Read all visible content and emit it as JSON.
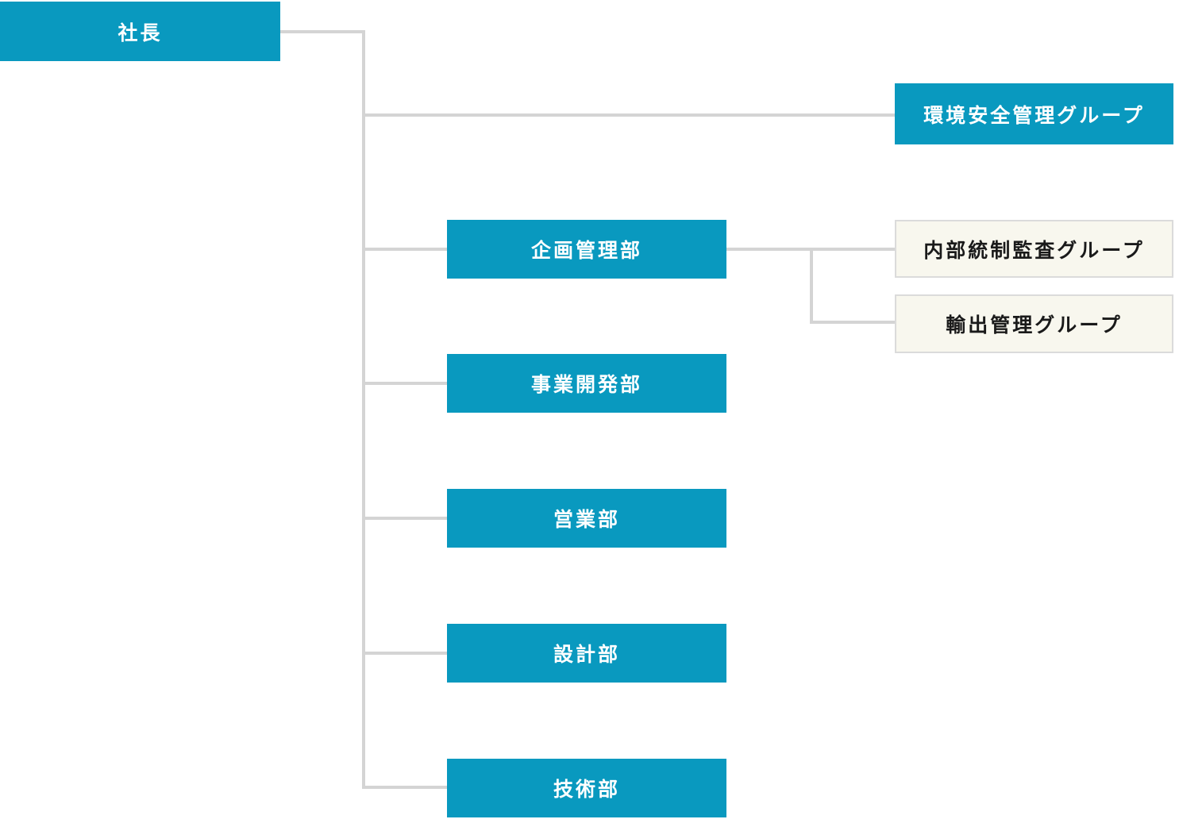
{
  "colors": {
    "background": "#ffffff",
    "connector": "#d4d4d4",
    "primary_box_bg": "#0999bf",
    "primary_box_text": "#ffffff",
    "secondary_box_bg": "#f8f7ee",
    "secondary_box_border": "#dbdbdb",
    "secondary_box_text": "#1a1a1a"
  },
  "org": {
    "nodes": {
      "president": {
        "label": "社長",
        "style": "primary"
      },
      "env_safety_group": {
        "label": "環境安全管理グループ",
        "style": "primary"
      },
      "planning_dept": {
        "label": "企画管理部",
        "style": "primary"
      },
      "internal_audit_group": {
        "label": "内部統制監査グループ",
        "style": "secondary"
      },
      "export_control_group": {
        "label": "輸出管理グループ",
        "style": "secondary"
      },
      "business_dev_dept": {
        "label": "事業開発部",
        "style": "primary"
      },
      "sales_dept": {
        "label": "営業部",
        "style": "primary"
      },
      "design_dept": {
        "label": "設計部",
        "style": "primary"
      },
      "engineering_dept": {
        "label": "技術部",
        "style": "primary"
      }
    },
    "hierarchy": {
      "president": [
        "env_safety_group",
        "planning_dept",
        "business_dev_dept",
        "sales_dept",
        "design_dept",
        "engineering_dept"
      ],
      "planning_dept": [
        "internal_audit_group",
        "export_control_group"
      ]
    }
  }
}
